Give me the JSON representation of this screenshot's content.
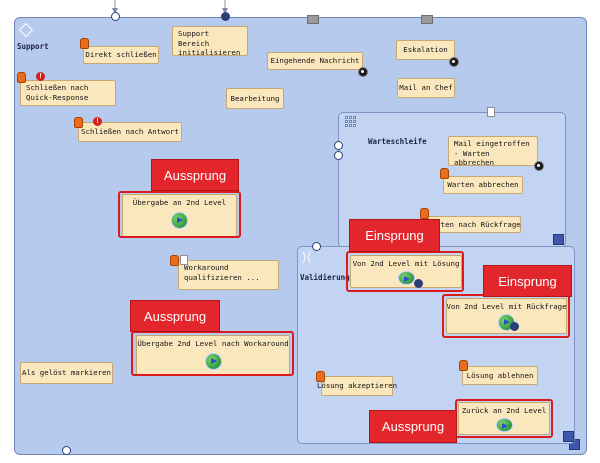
{
  "lanes": {
    "support": "Support",
    "warteschleife": "Warteschleife",
    "validierung": "Validierung"
  },
  "nodes": {
    "direkt_schliessen": "Direkt schließen",
    "support_init": "Support Bereich initialisieren",
    "eingehende_nachricht": "Eingehende Nachricht",
    "eskalation": "Eskalation",
    "mail_an_chef": "Mail an Chef",
    "schliessen_quick": "Schließen nach Quick-Response",
    "bearbeitung": "Bearbeitung",
    "schliessen_antwort": "Schließen nach Antwort",
    "mail_eingetroffen": "Mail eingetroffen - Warten abbrechen",
    "warten_abbrechen": "Warten abbrechen",
    "warten_rueckfrage": "Warten nach Rückfrage",
    "uebergabe_2nd": "Übergabe an 2nd Level",
    "workaround": "Workaround qualifizieren ...",
    "uebergabe_workaround": "Übergabe 2nd Level nach Workaround",
    "als_geloest": "Als gelöst markieren",
    "von_2nd_loesung": "Von 2nd Level mit Lösung",
    "von_2nd_rueckfrage": "Von 2nd Level mit Rückfrage",
    "loesung_akzeptieren": "Lösung akzeptieren",
    "loesung_ablehnen": "Lösung ablehnen",
    "zurueck_2nd": "Zurück an 2nd Level"
  },
  "tags": {
    "aussprung_1": "Aussprung",
    "aussprung_2": "Aussprung",
    "aussprung_3": "Aussprung",
    "einsprung_1": "Einsprung",
    "einsprung_2": "Einsprung"
  },
  "icons": {
    "start": "start-diamond-icon",
    "hand": "manual-task-hand-icon",
    "alert": "alert-icon",
    "mail": "mail-envelope-icon",
    "gear": "gear-icon",
    "subprocess": "subprocess-arrow-icon",
    "grid": "grid-icon",
    "merge": "merge-arrows-icon"
  },
  "colors": {
    "lane": "#b5caec",
    "sublane": "#c3d4f2",
    "node": "#fbe7bd",
    "highlight": "#dc1c1c",
    "tag": "#e3262b",
    "edge": "#8892a8"
  }
}
